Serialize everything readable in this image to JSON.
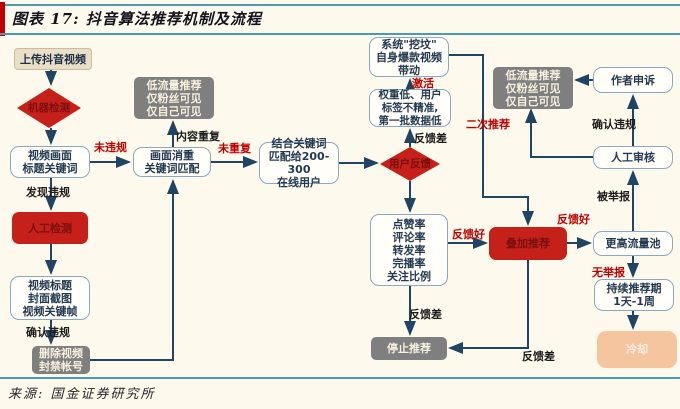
{
  "title": "图表 17: 抖音算法推荐机制及流程",
  "source": "来源: 国金证券研究所",
  "colors": {
    "background": "#fdf9ec",
    "accent_red": "#c00000",
    "teal_rule": "#4a9ab5",
    "node_red": "#c5201a",
    "node_gray": "#7f7f7f",
    "node_salmon": "#f5c5a0",
    "node_border_blue": "#8aa9c0",
    "arrow": "#1f4464"
  },
  "nodes": {
    "upload": {
      "text": "上传抖音视频"
    },
    "machine_check": {
      "text": "机器检测"
    },
    "video_frame": {
      "text": "视频画面\n标题关键词"
    },
    "manual_check": {
      "text": "人工检测"
    },
    "video_title": {
      "text": "视频标题\n封面截图\n视频关键帧"
    },
    "delete_video": {
      "text": "删除视频\n封禁帐号"
    },
    "low_traffic_left": {
      "text": "低流量推荐\n仅粉丝可见\n仅自己可见"
    },
    "dedup": {
      "text": "画面消重\n关键词匹配"
    },
    "match_users": {
      "text": "结合关键词\n匹配给200-300\n在线用户"
    },
    "dig_grave": {
      "text": "系统\"挖坟\"\n自身爆款视频\n带动"
    },
    "low_weight": {
      "text": "权重低、用户\n标签不精准,\n第一批数据低"
    },
    "user_feedback": {
      "text": "用户反馈"
    },
    "metrics": {
      "text": "点赞率\n评论率\n转发率\n完播率\n关注比例"
    },
    "stop_rec": {
      "text": "停止推荐"
    },
    "stack_rec": {
      "text": "叠加推荐"
    },
    "low_traffic_right": {
      "text": "低流量推荐\n仅粉丝可见\n仅自己可见"
    },
    "author_appeal": {
      "text": "作者申诉"
    },
    "manual_review": {
      "text": "人工审核"
    },
    "higher_pool": {
      "text": "更高流量池"
    },
    "sustain": {
      "text": "持续推荐期\n1天-1周"
    },
    "cooling": {
      "text": "冷却"
    }
  },
  "labels": {
    "not_violate": "未违规",
    "found_violate": "发现违规",
    "confirm_violate_left": "确认违规",
    "content_dup": "内容重复",
    "not_dup": "未重复",
    "activate": "激活",
    "feedback_bad_top": "反馈差",
    "second_rec": "二次推荐",
    "feedback_good_left": "反馈好",
    "feedback_good_right": "反馈好",
    "feedback_bad_mid": "反馈差",
    "feedback_bad_bottom": "反馈差",
    "confirm_violate_right": "确认违规",
    "reported": "被举报",
    "no_report": "无举报"
  }
}
